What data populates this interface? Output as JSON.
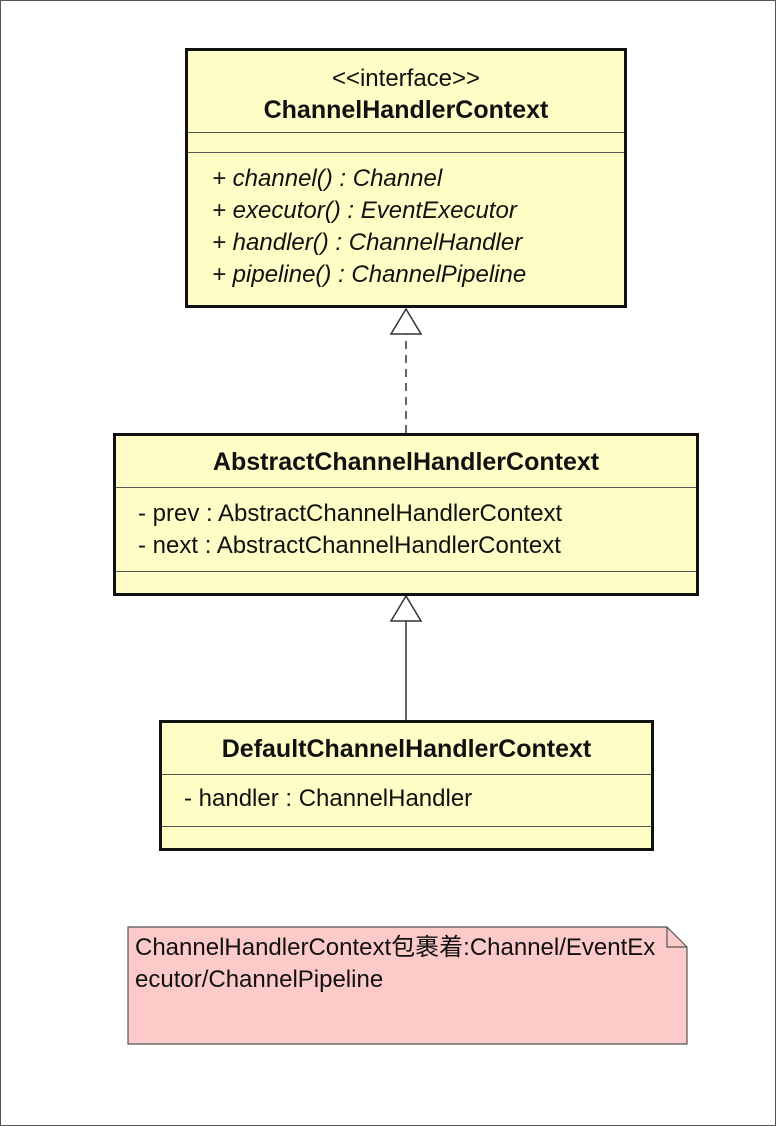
{
  "classes": [
    {
      "stereotype": "<<interface>>",
      "name": "ChannelHandlerContext",
      "attributes": [],
      "operations": [
        "+ channel() : Channel",
        "+ executor() : EventExecutor",
        "+ handler() : ChannelHandler",
        "+ pipeline() : ChannelPipeline"
      ]
    },
    {
      "name": "AbstractChannelHandlerContext",
      "attributes": [
        "- prev : AbstractChannelHandlerContext",
        "- next : AbstractChannelHandlerContext"
      ],
      "operations": []
    },
    {
      "name": "DefaultChannelHandlerContext",
      "attributes": [
        "- handler : ChannelHandler"
      ],
      "operations": []
    }
  ],
  "relations": [
    {
      "type": "realization",
      "from": "AbstractChannelHandlerContext",
      "to": "ChannelHandlerContext"
    },
    {
      "type": "generalization",
      "from": "DefaultChannelHandlerContext",
      "to": "AbstractChannelHandlerContext"
    }
  ],
  "note": {
    "text": "ChannelHandlerContext包裹着:Channel/EventExecutor/ChannelPipeline",
    "color": "#fdcaca"
  },
  "colors": {
    "class_fill": "#fefdc5",
    "border": "#111111"
  }
}
